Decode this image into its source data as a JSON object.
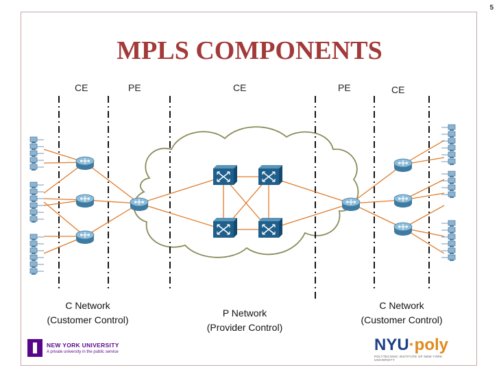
{
  "slide": {
    "page_number": "5",
    "title": "MPLS COMPONENTS"
  },
  "column_labels": [
    "CE",
    "PE",
    "CE",
    "PE",
    "CE"
  ],
  "networks": {
    "left": {
      "name": "C Network",
      "control": "(Customer Control)"
    },
    "middle": {
      "name": "P Network",
      "control": "(Provider Control)"
    },
    "right": {
      "name": "C Network",
      "control": "(Customer Control)"
    }
  },
  "logos": {
    "nyu": {
      "name": "NEW YORK UNIVERSITY",
      "tagline": "A private university in the public service",
      "color": "#57068c"
    },
    "poly": {
      "word1": "NYU",
      "separator": "·",
      "word2": "poly",
      "subtitle": "POLYTECHNIC INSTITUTE OF NEW YORK UNIVERSITY",
      "color": "#1e3e87",
      "accent": "#e08a1e"
    }
  },
  "colors": {
    "title": "#a33a3a",
    "link": "#e07b2a",
    "cloud_outline": "#8a8a5a",
    "router": "#5a95b8",
    "switch": "#2b6fa0"
  },
  "icons": {
    "router": "router-icon",
    "switch": "mpls-switch-icon",
    "host": "host-stack-icon"
  }
}
